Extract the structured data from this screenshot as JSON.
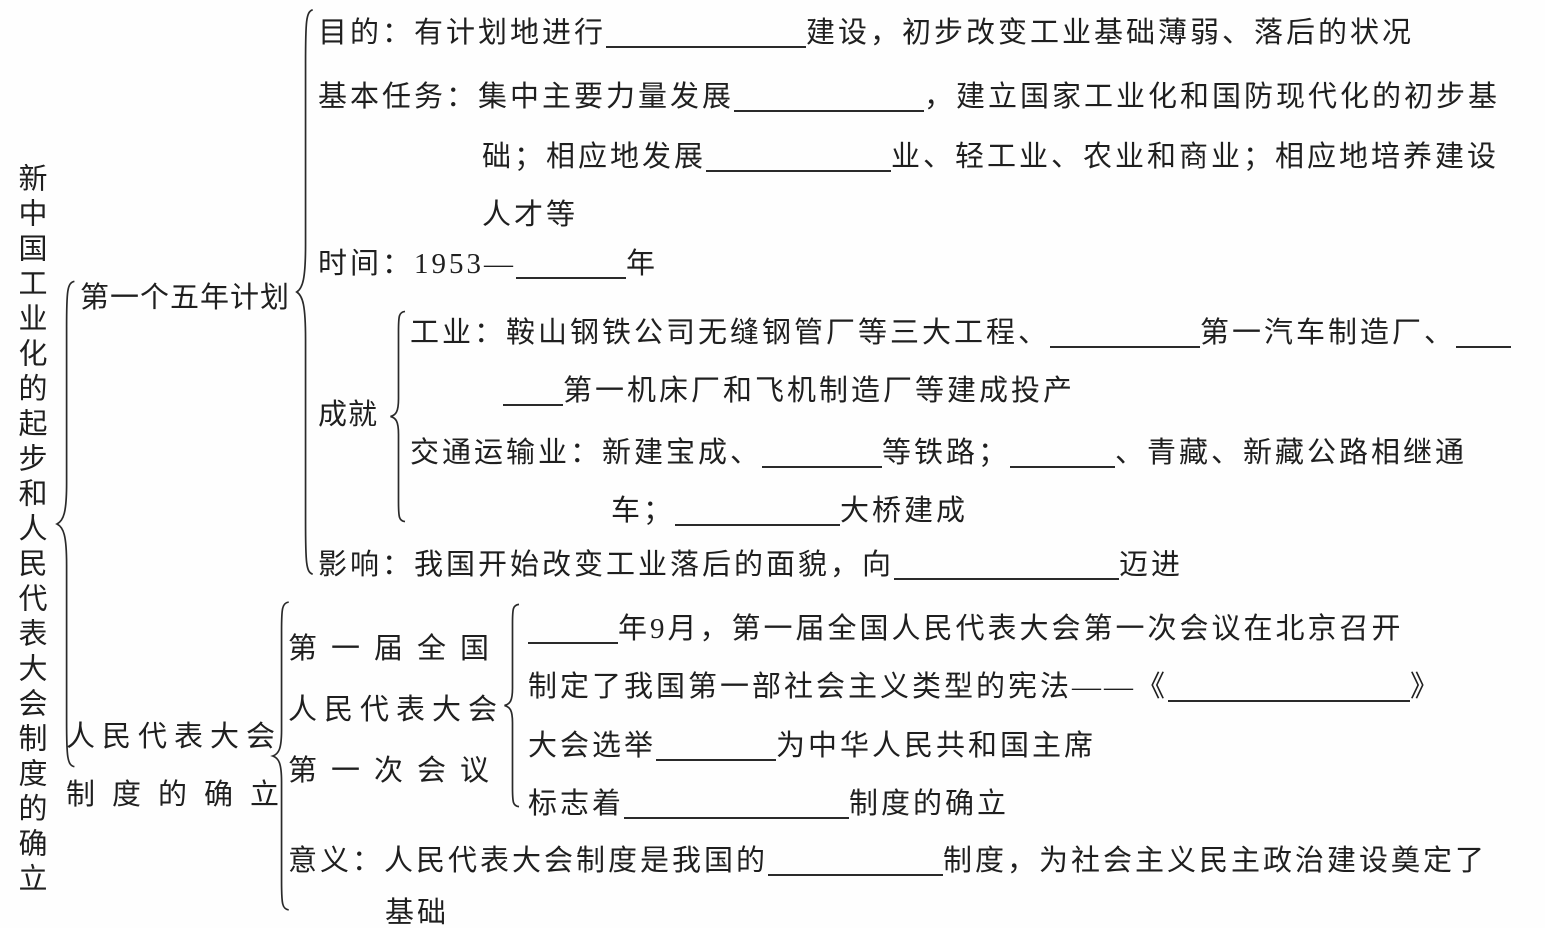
{
  "colors": {
    "background": "#fefefe",
    "ink": "#1f1f1f"
  },
  "root": {
    "vertical_title": "新中国工业化的起步和人民代表大会制度的确立"
  },
  "five_year_plan": {
    "label": "第一个五年计划",
    "purpose": [
      {
        "t": "目的：有计划地进行"
      },
      {
        "u": 200
      },
      {
        "t": "建设，初步改变工业基础薄弱、落后的状况"
      }
    ],
    "task_line1": [
      {
        "t": "基本任务：集中主要力量发展"
      },
      {
        "u": 190
      },
      {
        "t": "，建立国家工业化和国防现代化的初步基"
      }
    ],
    "task_line2": [
      {
        "t": "础；相应地发展"
      },
      {
        "u": 185
      },
      {
        "t": "业、轻工业、农业和商业；相应地培养建设"
      }
    ],
    "task_line3": "人才等",
    "time": [
      {
        "t": "时间：1953—"
      },
      {
        "u": 110
      },
      {
        "t": "年"
      }
    ],
    "achievement": {
      "label": "成就",
      "industry_line1": [
        {
          "t": "工业：鞍山钢铁公司无缝钢管厂等三大工程、"
        },
        {
          "u": 150
        },
        {
          "t": "第一汽车制造厂、"
        },
        {
          "u": 55
        }
      ],
      "industry_line2": [
        {
          "u": 60
        },
        {
          "t": "第一机床厂和飞机制造厂等建成投产"
        }
      ],
      "transport_line1": [
        {
          "t": "交通运输业：新建宝成、"
        },
        {
          "u": 120
        },
        {
          "t": "等铁路；"
        },
        {
          "u": 105
        },
        {
          "t": "、青藏、新藏公路相继通"
        }
      ],
      "transport_line2": [
        {
          "t": "车；"
        },
        {
          "u": 165
        },
        {
          "t": "大桥建成"
        }
      ]
    },
    "influence": [
      {
        "t": "影响：我国开始改变工业落后的面貌，向"
      },
      {
        "u": 225
      },
      {
        "t": "迈进"
      }
    ]
  },
  "peoples_congress": {
    "label_line1": "人民代表大会",
    "label_line2": "制度的确立",
    "first_session": {
      "label_line1": "第一届全国",
      "label_line2": "人民代表大会",
      "label_line3": "第一次会议",
      "item_opening": [
        {
          "u": 90
        },
        {
          "t": "年9月，第一届全国人民代表大会第一次会议在北京召开"
        }
      ],
      "item_constitution": [
        {
          "t": "制定了我国第一部社会主义类型的宪法——《"
        },
        {
          "u": 242
        },
        {
          "t": "》"
        }
      ],
      "item_election": [
        {
          "t": "大会选举"
        },
        {
          "u": 120
        },
        {
          "t": "为中华人民共和国主席"
        }
      ],
      "item_marker": [
        {
          "t": "标志着"
        },
        {
          "u": 225
        },
        {
          "t": "制度的确立"
        }
      ]
    },
    "meaning_line1": [
      {
        "t": "意义：人民代表大会制度是我国的"
      },
      {
        "u": 175
      },
      {
        "t": "制度，为社会主义民主政治建设奠定了"
      }
    ],
    "meaning_line2": "基础"
  }
}
